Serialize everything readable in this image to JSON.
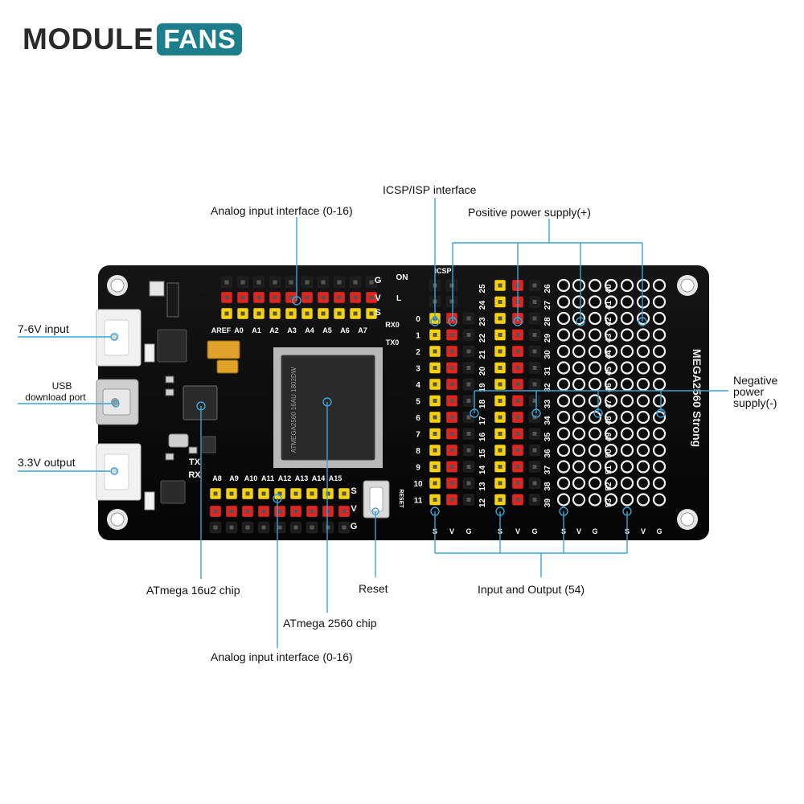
{
  "brand": {
    "part1": "MODULE",
    "part2": "FANS"
  },
  "board": {
    "name": "MEGA2560 Strong",
    "top_analog_labels": [
      "AREF",
      "A0",
      "A1",
      "A2",
      "A3",
      "A4",
      "A5",
      "A6",
      "A7"
    ],
    "bottom_analog_labels": [
      "A8",
      "A9",
      "A10",
      "A11",
      "A12",
      "A13",
      "A14",
      "A15"
    ],
    "svg_letters": [
      "S",
      "V",
      "G"
    ],
    "on_label": "ON",
    "l_label": "L",
    "rx0": "RX0",
    "tx0": "TX0",
    "tx": "TX",
    "rx": "RX",
    "icsp": "ICSP",
    "reset_label": "RESET",
    "pin_col1": [
      "0",
      "1",
      "2",
      "3",
      "4",
      "5",
      "6",
      "7",
      "8",
      "9",
      "10",
      "11"
    ],
    "pin_col2": [
      "25",
      "24",
      "23",
      "22",
      "21",
      "20",
      "19",
      "18",
      "17",
      "16",
      "15",
      "14",
      "13",
      "12"
    ],
    "pin_col3": [
      "26",
      "27",
      "28",
      "29",
      "30",
      "31",
      "32",
      "33",
      "34",
      "35",
      "36",
      "37",
      "38",
      "39"
    ],
    "grid_col1": [
      "40",
      "41",
      "42",
      "43",
      "44",
      "45",
      "46",
      "47",
      "48",
      "49",
      "50",
      "51",
      "52",
      "53"
    ],
    "chip_text": [
      "ATMEGA2560",
      "16AU",
      "1802DW"
    ]
  },
  "annotations": {
    "icsp_isp": "ICSP/ISP interface",
    "analog_top": "Analog input interface (0-16)",
    "positive_power": "Positive power supply(+)",
    "input_7_6v": "7-6V input",
    "usb_line1": "USB",
    "usb_line2": "download port",
    "output_3_3v": "3.3V output",
    "negative_line1": "Negative",
    "negative_line2": "power",
    "negative_line3": "supply(-)",
    "atmega16u2": "ATmega 16u2 chip",
    "reset": "Reset",
    "io_54": "Input and Output (54)",
    "atmega2560": "ATmega 2560 chip",
    "analog_bottom": "Analog input interface (0-16)"
  },
  "colors": {
    "board": "#0c0c0c",
    "yellow": "#f5d20a",
    "red": "#e8231e",
    "black_pin": "#1d1d1d",
    "callout_line": "#3aa3d8",
    "brand_teal": "#1b7e8a"
  }
}
